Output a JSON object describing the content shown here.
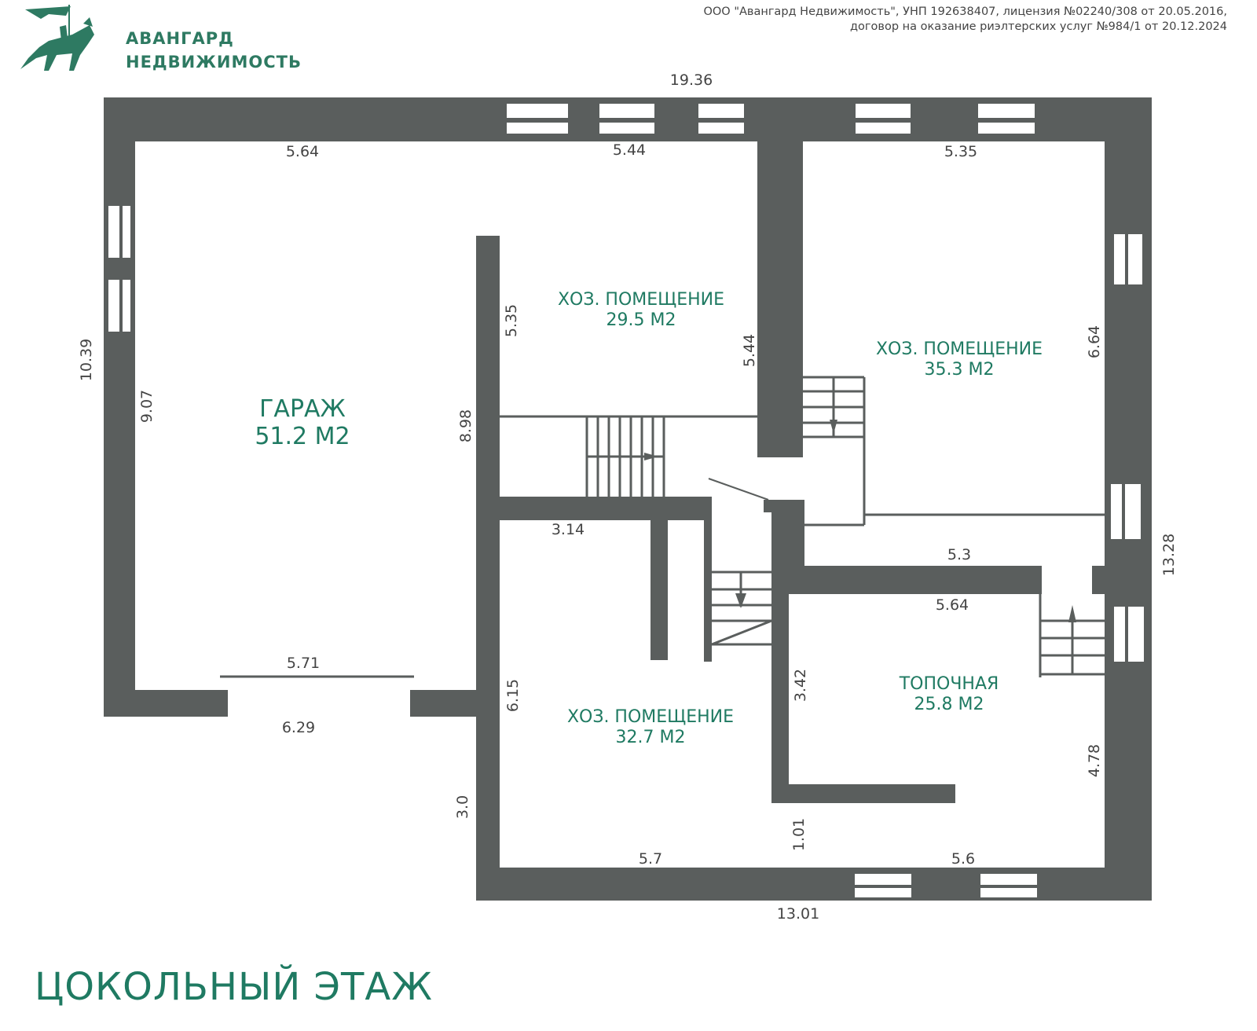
{
  "header": {
    "brand_line1": "АВАНГАРД",
    "brand_line2": "НЕДВИЖИМОСТЬ",
    "legal_line1": "ООО \"Авангард Недвижимость\", УНП 192638407, лицензия №02240/308 от 20.05.2016,",
    "legal_line2": "договор на оказание риэлтерских услуг №984/1 от 20.12.2024"
  },
  "colors": {
    "wall": "#5a5e5d",
    "accent": "#1f7a62",
    "dim_text": "#444444",
    "background": "#ffffff"
  },
  "floor_title": "ЦОКОЛЬНЫЙ ЭТАЖ",
  "rooms": [
    {
      "name": "ГАРАЖ",
      "area": "51.2 М2"
    },
    {
      "name": "ХОЗ. ПОМЕЩЕНИЕ",
      "area": "29.5 М2"
    },
    {
      "name": "ХОЗ. ПОМЕЩЕНИЕ",
      "area": "35.3 М2"
    },
    {
      "name": "ХОЗ. ПОМЕЩЕНИЕ",
      "area": "32.7 М2"
    },
    {
      "name": "ТОПОЧНАЯ",
      "area": "25.8 М2"
    }
  ],
  "dimensions": {
    "overall_top": "19.36",
    "overall_bottom": "13.01",
    "overall_left": "10.39",
    "overall_right": "13.28",
    "garage_top": "5.64",
    "room1_top": "5.44",
    "room2_top": "5.35",
    "garage_left": "9.07",
    "garage_door": "5.71",
    "garage_bottom": "6.29",
    "room1_left": "5.35",
    "room1_right": "5.44",
    "hall_left": "8.98",
    "room2_right": "6.64",
    "corridor_bottom": "3.14",
    "corridor_top_right": "5.3",
    "boiler_top": "5.64",
    "boiler_left": "3.42",
    "room3_left": "6.15",
    "room3_lower_left": "3.0",
    "partition_gap": "1.01",
    "room3_bottom": "5.7",
    "boiler_bottom": "5.6",
    "boiler_right": "4.78"
  }
}
